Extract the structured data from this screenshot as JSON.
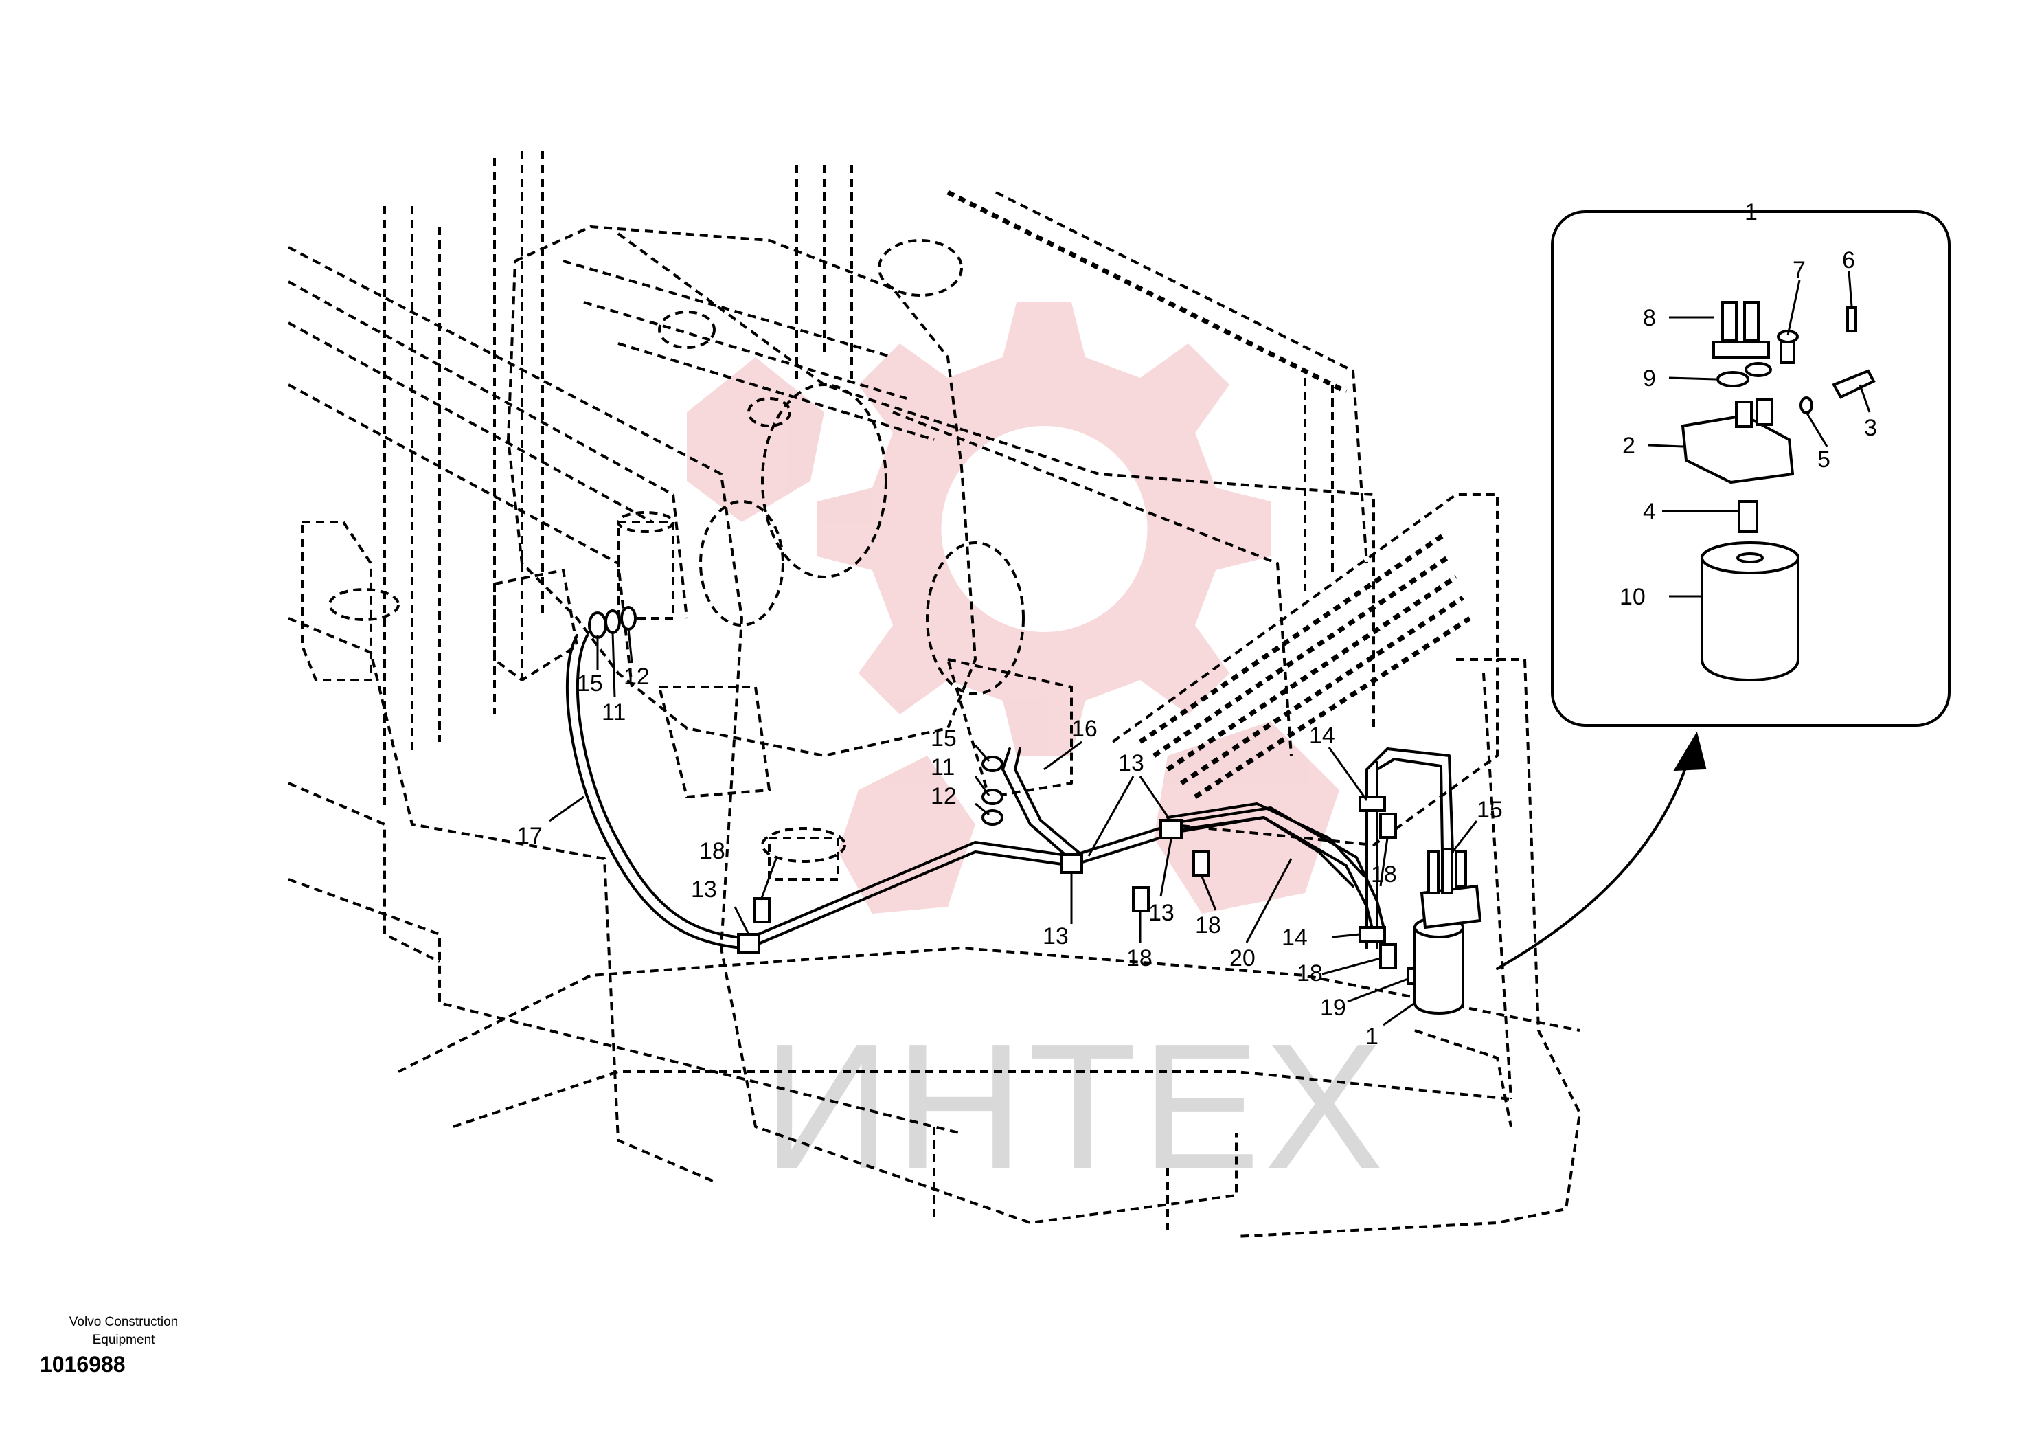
{
  "footer": {
    "company_line1": "Volvo Construction",
    "company_line2": "Equipment",
    "drawing_number": "1016988"
  },
  "watermark": {
    "text": "ИНТЕХ",
    "color": "#d9d9d9",
    "gear_color": "#f2b9bd"
  },
  "inset": {
    "title": "1",
    "callouts": [
      "8",
      "7",
      "6",
      "9",
      "3",
      "2",
      "5",
      "4",
      "10"
    ]
  },
  "main_callouts": [
    "15",
    "12",
    "11",
    "17",
    "15",
    "11",
    "12",
    "16",
    "13",
    "18",
    "13",
    "13",
    "13",
    "18",
    "18",
    "20",
    "14",
    "15",
    "18",
    "14",
    "18",
    "19",
    "1"
  ],
  "colors": {
    "line": "#000000",
    "background": "#ffffff"
  }
}
